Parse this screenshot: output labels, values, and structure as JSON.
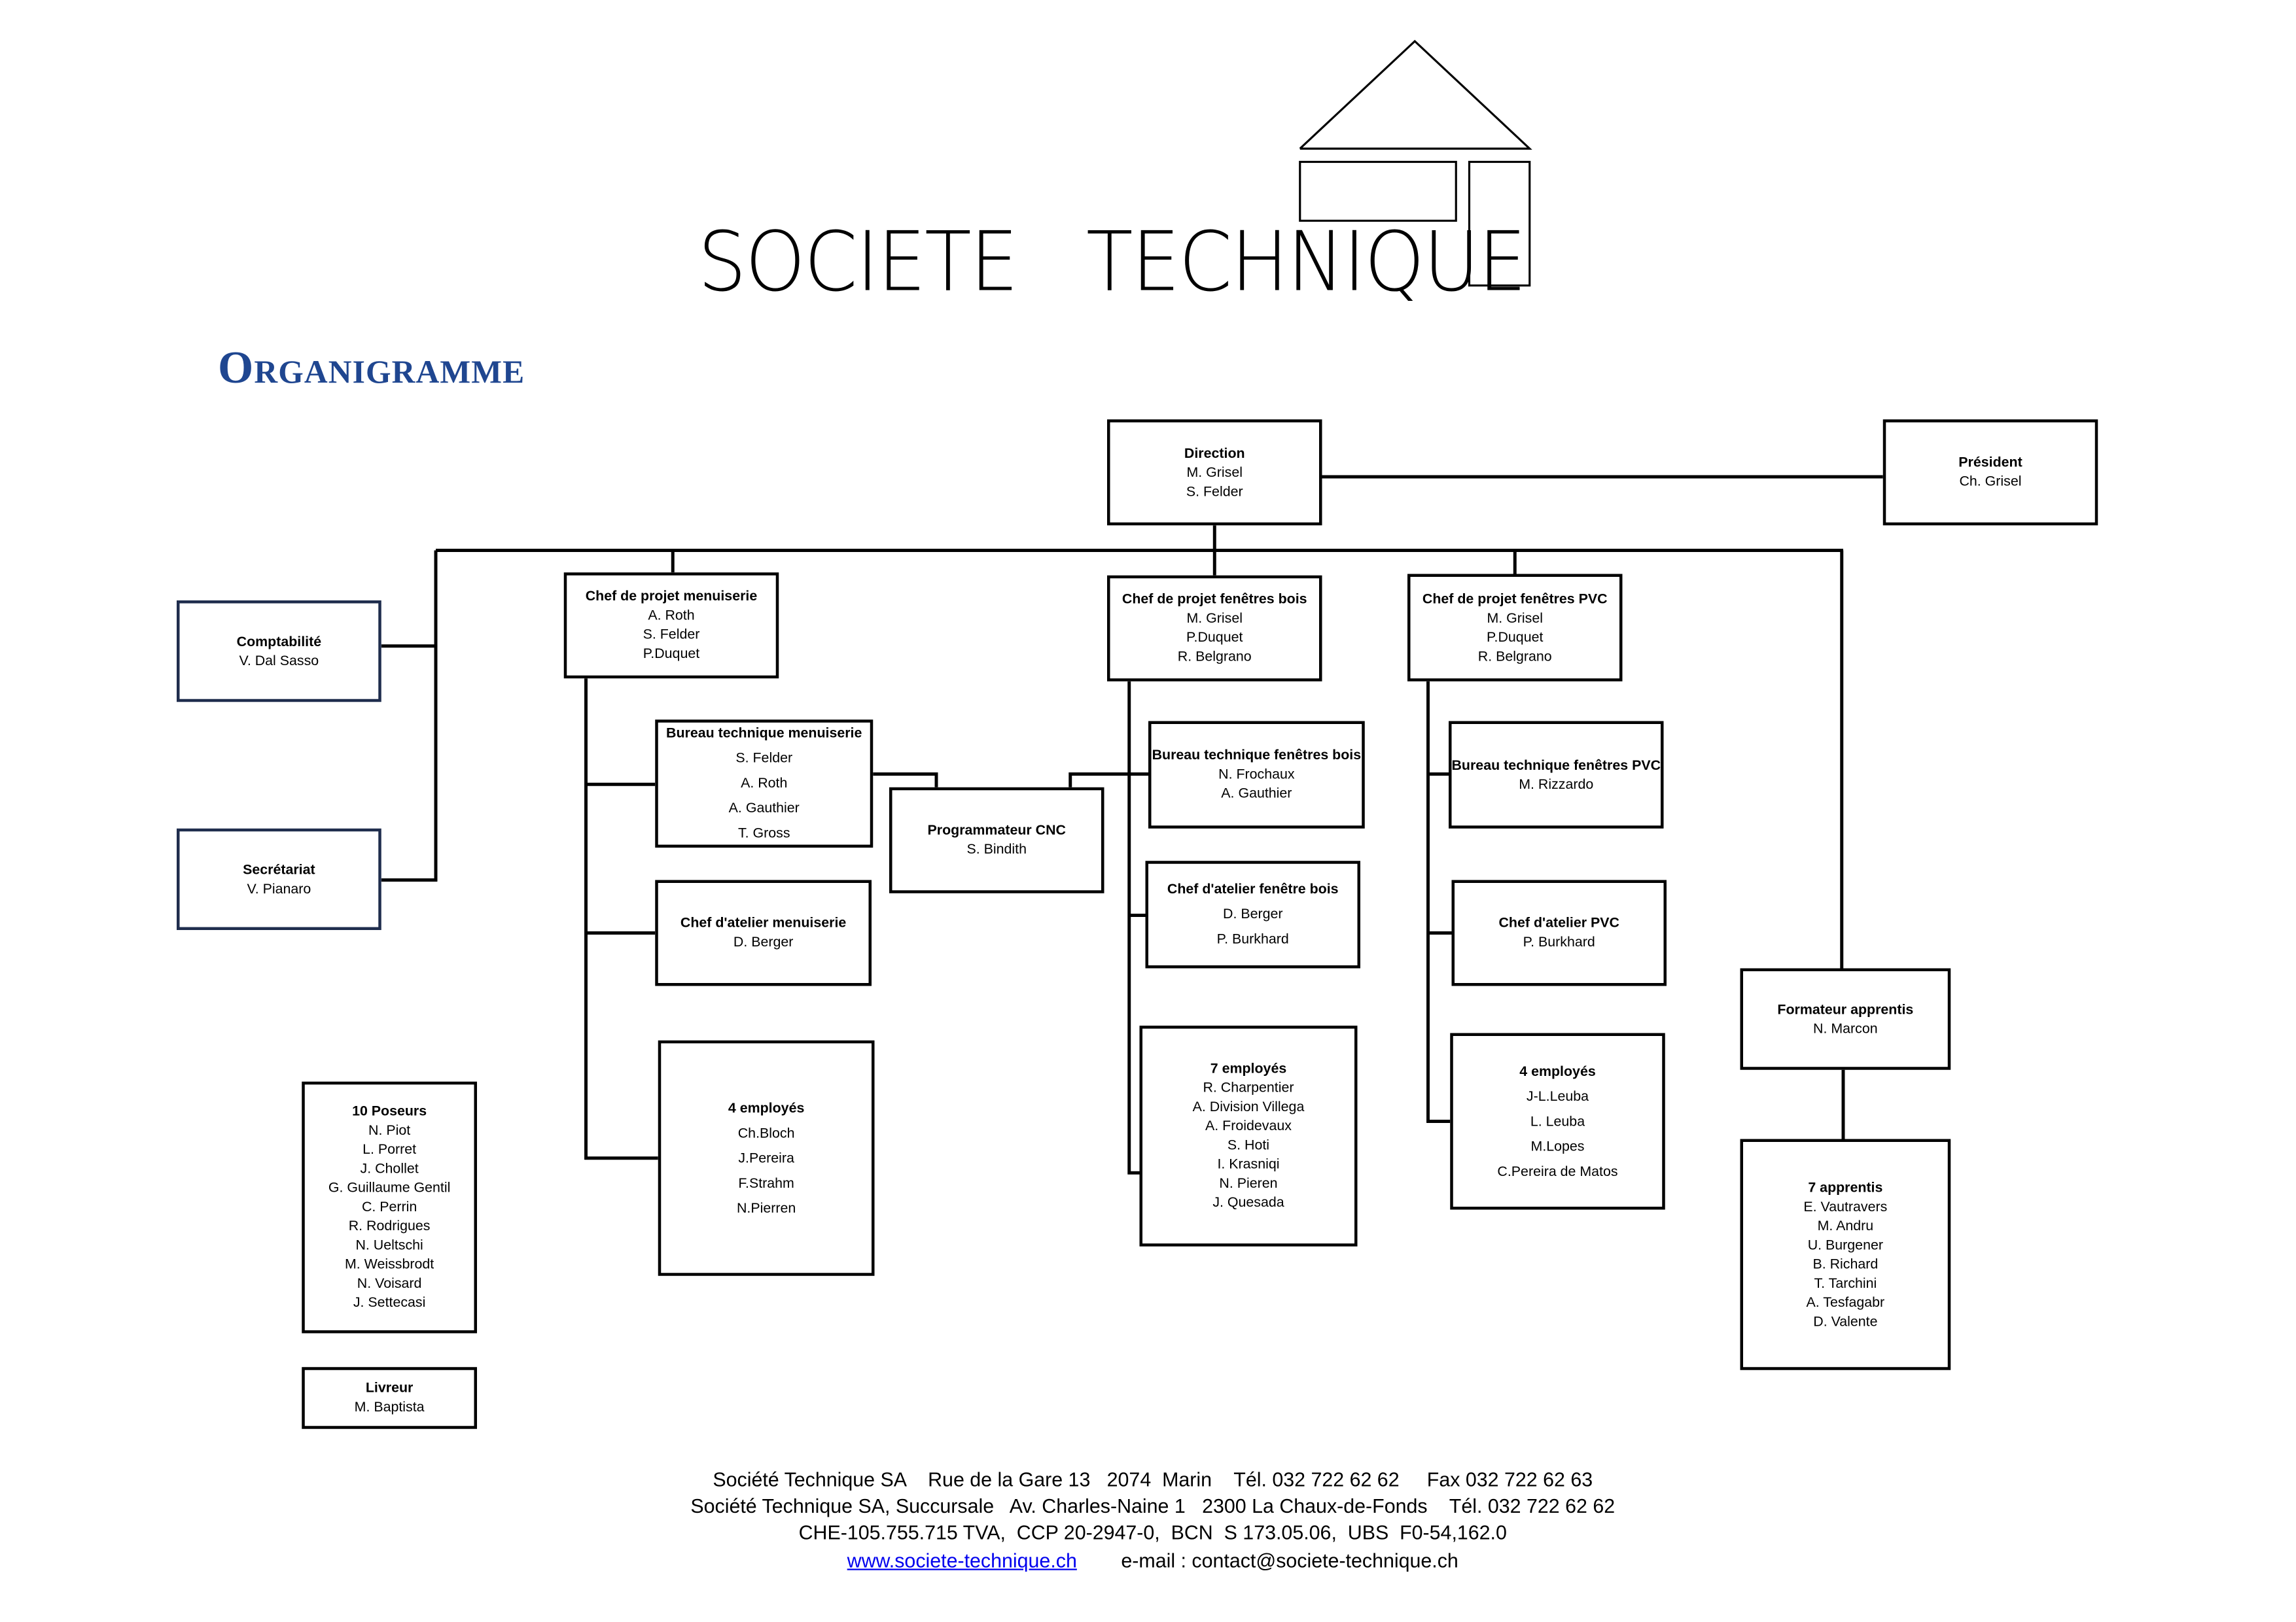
{
  "logo": {
    "text": "SOCIETE   TECHNIQUE"
  },
  "page_title": "Organigramme",
  "boxes": {
    "direction": {
      "title": "Direction",
      "names": [
        "M. Grisel",
        "S. Felder"
      ]
    },
    "president": {
      "title": "Président",
      "names": [
        "Ch. Grisel"
      ]
    },
    "comptabilite": {
      "title": "Comptabilité",
      "names": [
        "V. Dal Sasso"
      ]
    },
    "secretariat": {
      "title": "Secrétariat",
      "names": [
        "V. Pianaro"
      ]
    },
    "chef_menuiserie": {
      "title": "Chef de projet menuiserie",
      "names": [
        "A. Roth",
        "S. Felder",
        "P.Duquet"
      ]
    },
    "chef_bois": {
      "title": "Chef de projet fenêtres bois",
      "names": [
        "M. Grisel",
        "P.Duquet",
        "R. Belgrano"
      ]
    },
    "chef_pvc": {
      "title": "Chef de projet fenêtres PVC",
      "names": [
        "M. Grisel",
        "P.Duquet",
        "R. Belgrano"
      ]
    },
    "bureau_menuiserie": {
      "title": "Bureau technique menuiserie",
      "names": [
        "S. Felder",
        "A. Roth",
        "A. Gauthier",
        "T. Gross"
      ]
    },
    "programmateur_cnc": {
      "title": "Programmateur CNC",
      "names": [
        "S. Bindith"
      ]
    },
    "bureau_bois": {
      "title": "Bureau technique fenêtres bois",
      "names": [
        "N. Frochaux",
        "A. Gauthier"
      ]
    },
    "bureau_pvc": {
      "title": "Bureau technique fenêtres PVC",
      "names": [
        "M. Rizzardo"
      ]
    },
    "atelier_menuiserie": {
      "title": "Chef d'atelier menuiserie",
      "names": [
        "D. Berger"
      ]
    },
    "atelier_bois": {
      "title": "Chef d'atelier fenêtre bois",
      "names": [
        "D. Berger",
        "P. Burkhard"
      ]
    },
    "atelier_pvc": {
      "title": "Chef d'atelier PVC",
      "names": [
        "P. Burkhard"
      ]
    },
    "employes_menuiserie": {
      "title": "4 employés",
      "names": [
        "Ch.Bloch",
        "J.Pereira",
        "F.Strahm",
        "N.Pierren"
      ]
    },
    "employes_bois": {
      "title": "7 employés",
      "names": [
        "R. Charpentier",
        "A. Division Villega",
        "A. Froidevaux",
        "S. Hoti",
        "I. Krasniqi",
        "N. Pieren",
        "J. Quesada"
      ]
    },
    "employes_pvc": {
      "title": "4 employés",
      "names": [
        "J-L.Leuba",
        "L. Leuba",
        "M.Lopes",
        "C.Pereira de Matos"
      ]
    },
    "formateur": {
      "title": "Formateur apprentis",
      "names": [
        "N. Marcon"
      ]
    },
    "apprentis": {
      "title": "7 apprentis",
      "names": [
        "E. Vautravers",
        "M. Andru",
        "U. Burgener",
        "B. Richard",
        "T. Tarchini",
        "A. Tesfagabr",
        "D. Valente"
      ]
    },
    "poseurs": {
      "title": "10 Poseurs",
      "names": [
        "N. Piot",
        "L. Porret",
        "J. Chollet",
        "G. Guillaume Gentil",
        "C. Perrin",
        "R. Rodrigues",
        "N. Ueltschi",
        "M. Weissbrodt",
        "N. Voisard",
        "J. Settecasi"
      ]
    },
    "livreur": {
      "title": "Livreur",
      "names": [
        "M. Baptista"
      ]
    }
  },
  "footer": {
    "line1": "Société Technique SA    Rue de la Gare 13   2074  Marin    Tél. 032 722 62 62     Fax 032 722 62 63",
    "line2": "Société Technique SA, Succursale   Av. Charles-Naine 1   2300 La Chaux-de-Fonds    Tél. 032 722 62 62",
    "line3": "CHE-105.755.715 TVA,  CCP 20-2947-0,  BCN  S 173.05.06,  UBS  F0-54,162.0",
    "website": "www.societe-technique.ch",
    "email": "e-mail : contact@societe-technique.ch"
  },
  "colors": {
    "title": "#1f4690",
    "navy_border": "#1f2d4d",
    "link": "#0000ee"
  }
}
